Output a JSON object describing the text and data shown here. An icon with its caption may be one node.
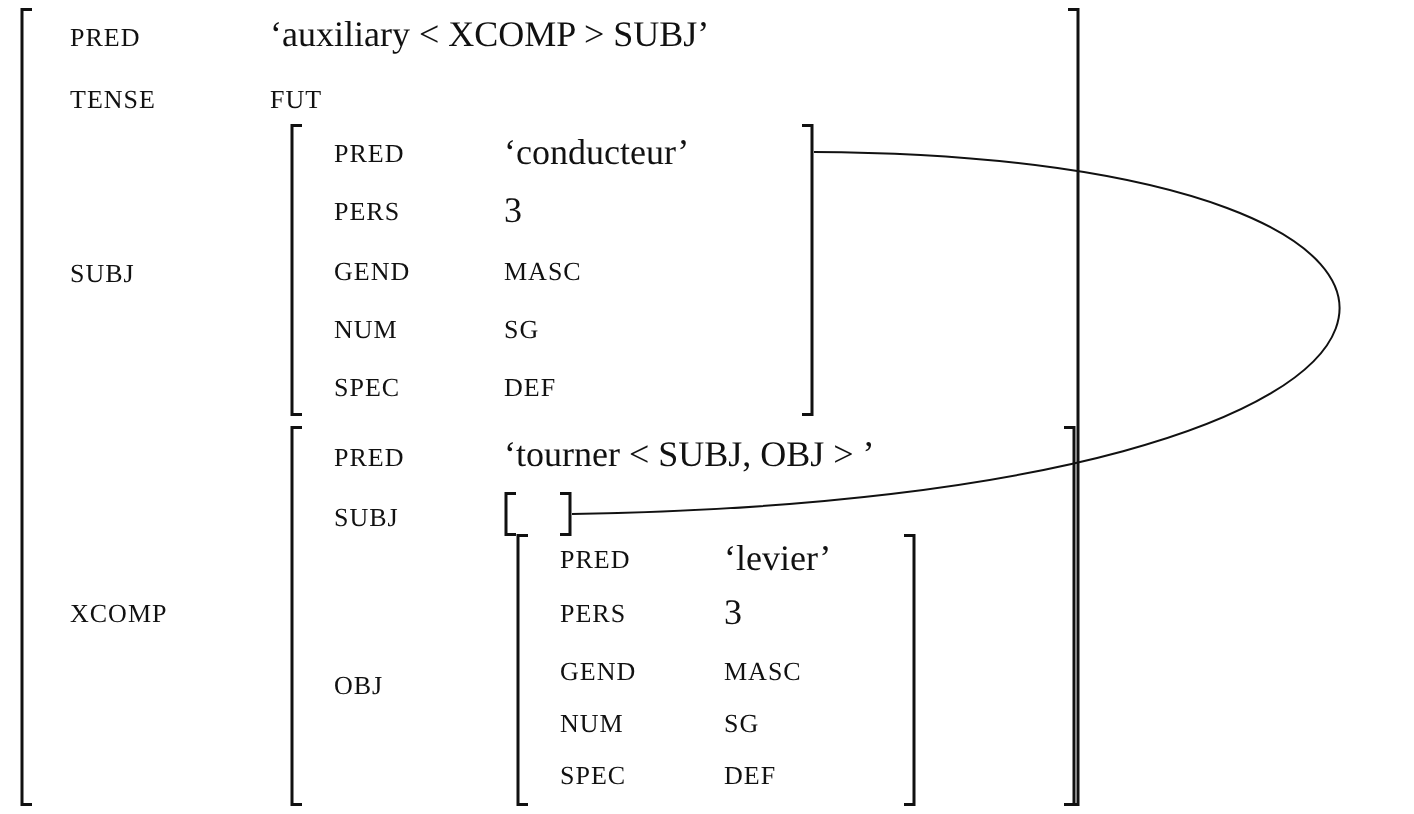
{
  "diagram": {
    "nodes": [
      {
        "text": [
          "PRED",
          "‘auxiliary < XCOMP  > SUBJ’",
          "TENSE",
          "FUT",
          "SUBJ",
          "XCOMP"
        ]
      },
      {
        "text": [
          "PRED",
          "‘conducteur’",
          "PERS",
          "3",
          "GEND",
          "MASC",
          "NUM",
          "SG",
          "SPEC",
          "DEF"
        ],
        "in": 0
      },
      {
        "text": [
          "PRED",
          "‘tourner < SUBJ, OBJ > ’",
          "SUBJ",
          "OBJ"
        ],
        "in": 0
      },
      {
        "text": [],
        "shape": "box",
        "in": 2
      },
      {
        "text": [
          "PRED",
          "‘levier’",
          "PERS",
          "3",
          "GEND",
          "MASC",
          "NUM",
          "SG",
          "SPEC",
          "DEF"
        ],
        "in": 2
      }
    ],
    "edges": [
      {
        "from": 1,
        "to": 3,
        "arrow": "none"
      }
    ]
  }
}
